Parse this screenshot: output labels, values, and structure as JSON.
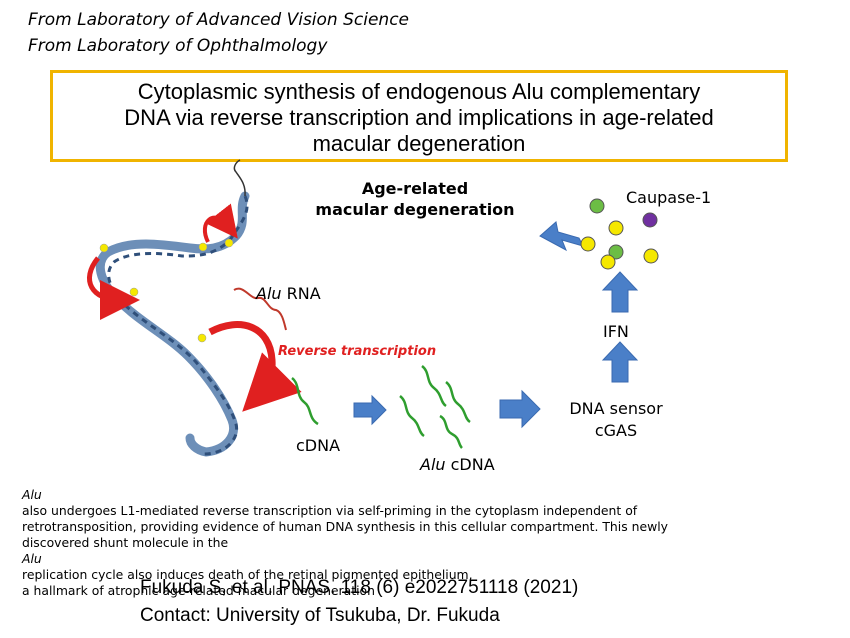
{
  "labs": [
    "From Laboratory of Advanced Vision Science",
    "From Laboratory of Ophthalmology"
  ],
  "title_lines": [
    "Cytoplasmic synthesis of endogenous Alu complementary",
    "DNA via reverse transcription and implications in age-related",
    "macular degeneration"
  ],
  "diagram": {
    "amd_lines": [
      "Age-related",
      "macular degeneration"
    ],
    "caupase_label": "Caupase-1",
    "alu_italic": "Alu",
    "alu_rna_rest": " RNA",
    "reverse_transcription": "Reverse transcription",
    "cdna_label": "cDNA",
    "alu_cdna_rest": " cDNA",
    "ifn_label": "IFN",
    "sensor_lines": [
      "DNA sensor",
      "cGAS"
    ]
  },
  "description": {
    "lead_italic": "Alu",
    "line1_rest": " also undergoes L1-mediated reverse transcription via self-priming in the cytoplasm independent of",
    "line2": "retrotransposition, providing evidence of human DNA synthesis in this cellular compartment. This newly",
    "line3_pre": "discovered shunt molecule in the ",
    "line3_italic": "Alu",
    "line3_post": " replication cycle also induces death of the retinal pigmented epithelium,",
    "line4": "a hallmark of atrophic age-related macular degeneration"
  },
  "citation": [
    "Fukuda S, et al. PNAS. 118 (6) e2022751118 (2021)",
    "Contact: University of Tsukuba, Dr. Fukuda"
  ],
  "colors": {
    "title_border": "#f0b400",
    "arrow_blue": "#4a7fc8",
    "red": "#e02020",
    "green_dot": "#6cbd45",
    "yellow_dot": "#f5e800",
    "purple_dot": "#7030a0",
    "dna_blue": "#6d8fb8"
  }
}
